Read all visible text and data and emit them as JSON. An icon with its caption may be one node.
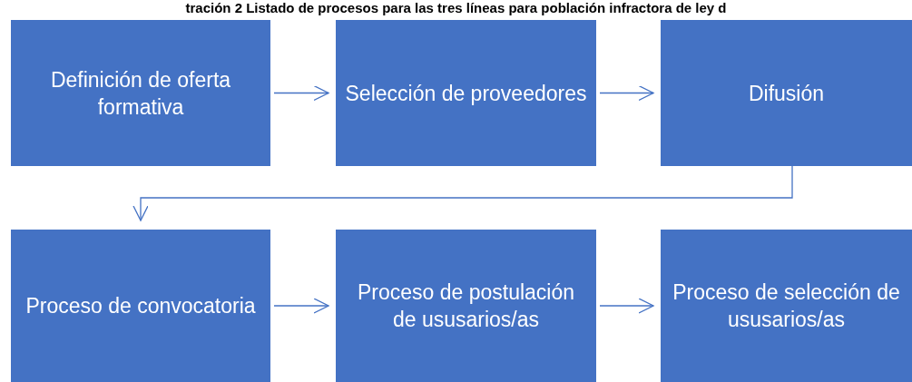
{
  "diagram": {
    "title": "tración 2 Listado de procesos para las tres líneas para población infractora de ley d",
    "nodes": [
      {
        "text": [
          "Definición de oferta formativa"
        ]
      },
      {
        "text": [
          "Selección de proveedores"
        ]
      },
      {
        "text": [
          "Difusión"
        ]
      },
      {
        "text": [
          "Proceso de convocatoria"
        ]
      },
      {
        "text": [
          "Proceso de postulación de ususarios/as"
        ]
      },
      {
        "text": [
          "Proceso de selección de ususarios/as"
        ]
      }
    ],
    "edges": [
      {
        "from": 0,
        "to": 1,
        "arrow": "to"
      },
      {
        "from": 1,
        "to": 2,
        "arrow": "to"
      },
      {
        "from": 2,
        "to": 3,
        "arrow": "to"
      },
      {
        "from": 3,
        "to": 4,
        "arrow": "to"
      },
      {
        "from": 4,
        "to": 5,
        "arrow": "to"
      }
    ]
  }
}
